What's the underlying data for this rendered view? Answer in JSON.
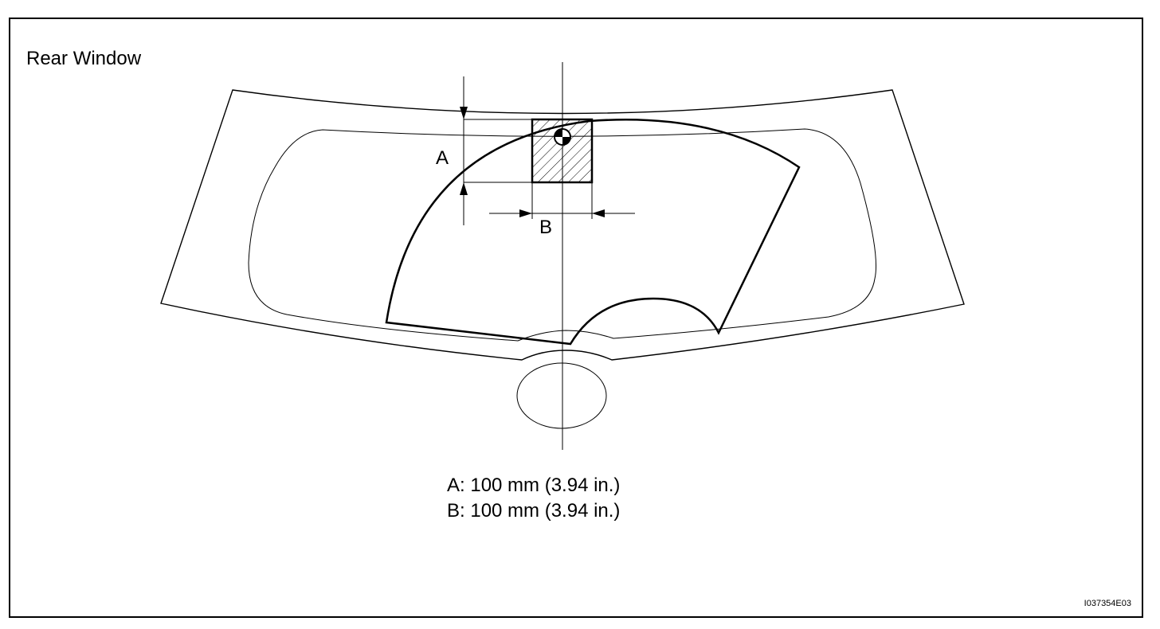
{
  "title": "Rear Window",
  "dimension_labels": {
    "a": "A",
    "b": "B"
  },
  "legend": [
    "A: 100 mm (3.94 in.)",
    "B: 100 mm (3.94 in.)"
  ],
  "figure_id": "I037354E03",
  "icons": {
    "hatched_area": "hatched-test-area-icon",
    "center_mark": "center-mark-icon"
  }
}
